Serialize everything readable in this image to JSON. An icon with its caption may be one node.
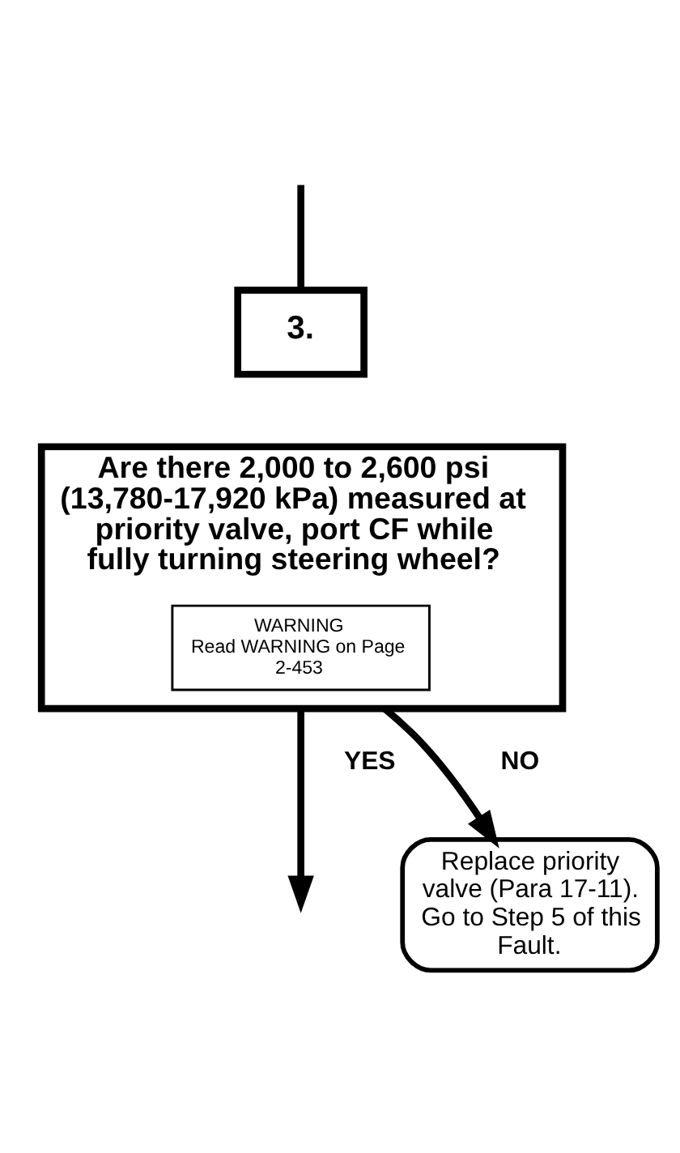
{
  "diagram": {
    "nodes": [
      {
        "text": [
          "3."
        ]
      },
      {
        "text": [
          "Are there 2,000 to 2,600 psi (13,780-17,920 kPa) measured at priority valve, port CF while fully turning steering wheel?"
        ]
      },
      {
        "text": [
          "WARNING",
          "Read WARNING on Page 2-453"
        ],
        "in": 1
      },
      {
        "text": [
          "Replace priority valve (Para 17-11). Go to Step 5 of this Fault."
        ]
      }
    ],
    "edges": [
      {
        "from": null,
        "to": 0,
        "arrow": "none"
      },
      {
        "from": 1,
        "to": 3,
        "arrow": "to",
        "label": "NO"
      },
      {
        "from": 1,
        "to": null,
        "arrow": "to",
        "label": "YES"
      }
    ]
  }
}
